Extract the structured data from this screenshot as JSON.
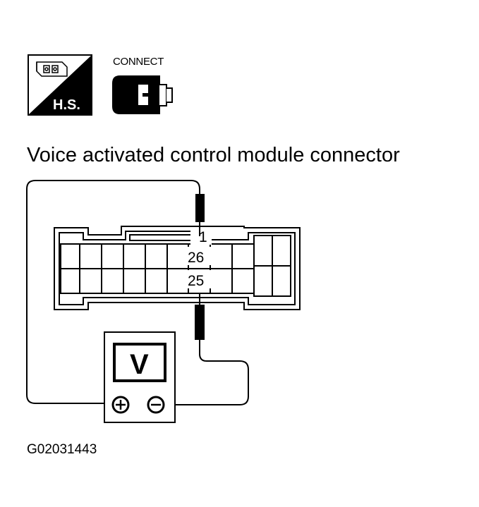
{
  "icons": {
    "harness_side": {
      "icon": "harness-side-connector-icon",
      "label": "H.S."
    },
    "connect": {
      "icon": "connect-plug-icon",
      "label": "CONNECT"
    }
  },
  "diagram": {
    "title": "Voice activated control module connector",
    "pins": {
      "top": "1",
      "middle": "26",
      "bottom": "25"
    },
    "meter": {
      "icon": "voltmeter-icon",
      "label": "V",
      "positive_icon": "plus-terminal-icon",
      "negative_icon": "minus-terminal-icon"
    }
  },
  "figure_code": "G02031443"
}
